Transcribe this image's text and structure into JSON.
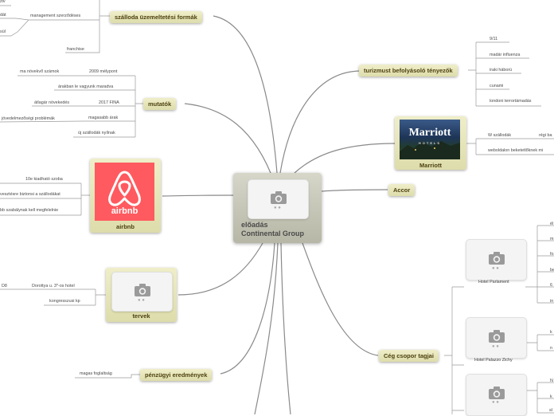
{
  "central": {
    "title_line1": "előadás",
    "title_line2": "Continental Group"
  },
  "top_left": {
    "title": "szálloda üzemeltetési formák",
    "children": [
      "management szerződéses",
      "franchise"
    ],
    "cut_leaves": [
      "ziv",
      "dát",
      "sül"
    ]
  },
  "mutatok": {
    "title": "mutatók",
    "children": [
      "2009 mélypont",
      "árakban le vagyunk maradva",
      "2017 FINA",
      "magasabb árak",
      "új szállodák nyílnak"
    ],
    "sub_leaves": [
      "ma növekvő számok",
      "átlagár növekedés",
      "jövedelmezőségi problémák"
    ]
  },
  "airbnb": {
    "title": "airbnb",
    "logo_text": "airbnb",
    "children": [
      "10e kiadható szoba",
      "vesztésre biztonsi a szállodákat",
      "bb szabálynak kell megfelelnie"
    ]
  },
  "tervek": {
    "title": "tervek",
    "children": [
      "Dorottya u. 3*-os hotel",
      "kongresszusi kp"
    ],
    "sub_leaves": [
      "D8"
    ]
  },
  "penzugyi": {
    "title": "pénzügyi eredmények",
    "children": [
      "magas foglaltság"
    ]
  },
  "turizmus": {
    "title": "turizmust befolyásoló tényezők",
    "children": [
      "9/11",
      "madár influenza",
      "iraki háború",
      "cunami",
      "londoni terrortámadás"
    ]
  },
  "marriott": {
    "title": "Marriott",
    "logo_text": "Marriott",
    "logo_sub": "HOTELS",
    "children": [
      "W szállodák",
      "weboldalon beketetlőknek mi"
    ],
    "sub_leaves": [
      "régi ba"
    ]
  },
  "accor": {
    "title": "Accor"
  },
  "ceg": {
    "title": "Cég csopor tagjai",
    "hotels": [
      "Hotel Parlament",
      "Hotel Palazzo Zichy",
      ""
    ],
    "cut_leaves": [
      "él",
      "m",
      "fo",
      "be",
      "6",
      "in",
      "k",
      "n",
      "N",
      "k",
      "sl"
    ]
  },
  "colors": {
    "line": "#888888",
    "node_text": "#4d4010",
    "airbnb": "#ff5a5f",
    "marriott_blue": "#2a4a7a"
  },
  "icons": [
    "camera-icon",
    "airbnb-logo",
    "marriott-logo"
  ]
}
